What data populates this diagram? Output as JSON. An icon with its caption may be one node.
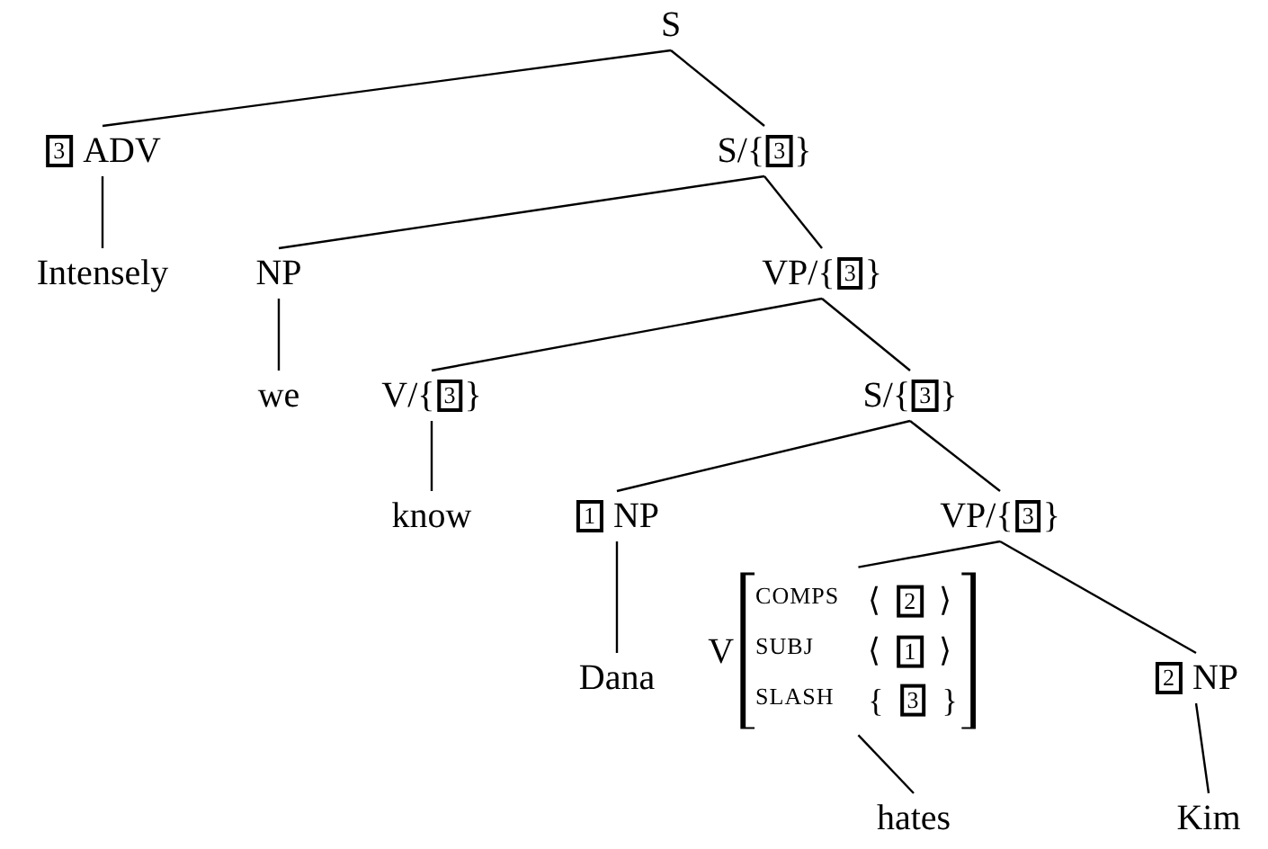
{
  "diagram": {
    "nodes": [
      {
        "text": [
          "S"
        ]
      },
      {
        "text": [
          "3",
          "ADV"
        ]
      },
      {
        "text": [
          "S/{",
          "3",
          "}"
        ]
      },
      {
        "text": [
          "Intensely"
        ]
      },
      {
        "text": [
          "NP"
        ]
      },
      {
        "text": [
          "VP/{",
          "3",
          "}"
        ]
      },
      {
        "text": [
          "we"
        ]
      },
      {
        "text": [
          "V/{",
          "3",
          "}"
        ]
      },
      {
        "text": [
          "S/{",
          "3",
          "}"
        ]
      },
      {
        "text": [
          "know"
        ]
      },
      {
        "text": [
          "1",
          "NP"
        ]
      },
      {
        "text": [
          "VP/{",
          "3",
          "}"
        ]
      },
      {
        "text": [
          "Dana"
        ]
      },
      {
        "text": [
          "V",
          "COMPS",
          "⟨",
          "2",
          "⟩",
          "SUBJ",
          "⟨",
          "1",
          "⟩",
          "SLASH",
          "{",
          "3",
          "}"
        ]
      },
      {
        "text": [
          "2",
          "NP"
        ]
      },
      {
        "text": [
          "hates"
        ]
      },
      {
        "text": [
          "Kim"
        ]
      }
    ],
    "edges": [
      {
        "from": 0,
        "to": 1,
        "arrow": "none"
      },
      {
        "from": 0,
        "to": 2,
        "arrow": "none"
      },
      {
        "from": 1,
        "to": 3,
        "arrow": "none"
      },
      {
        "from": 2,
        "to": 4,
        "arrow": "none"
      },
      {
        "from": 2,
        "to": 5,
        "arrow": "none"
      },
      {
        "from": 4,
        "to": 6,
        "arrow": "none"
      },
      {
        "from": 5,
        "to": 7,
        "arrow": "none"
      },
      {
        "from": 5,
        "to": 8,
        "arrow": "none"
      },
      {
        "from": 7,
        "to": 9,
        "arrow": "none"
      },
      {
        "from": 8,
        "to": 10,
        "arrow": "none"
      },
      {
        "from": 8,
        "to": 11,
        "arrow": "none"
      },
      {
        "from": 10,
        "to": 12,
        "arrow": "none"
      },
      {
        "from": 11,
        "to": 13,
        "arrow": "none"
      },
      {
        "from": 11,
        "to": 14,
        "arrow": "none"
      },
      {
        "from": 13,
        "to": 15,
        "arrow": "none"
      },
      {
        "from": 14,
        "to": 16,
        "arrow": "none"
      }
    ]
  }
}
